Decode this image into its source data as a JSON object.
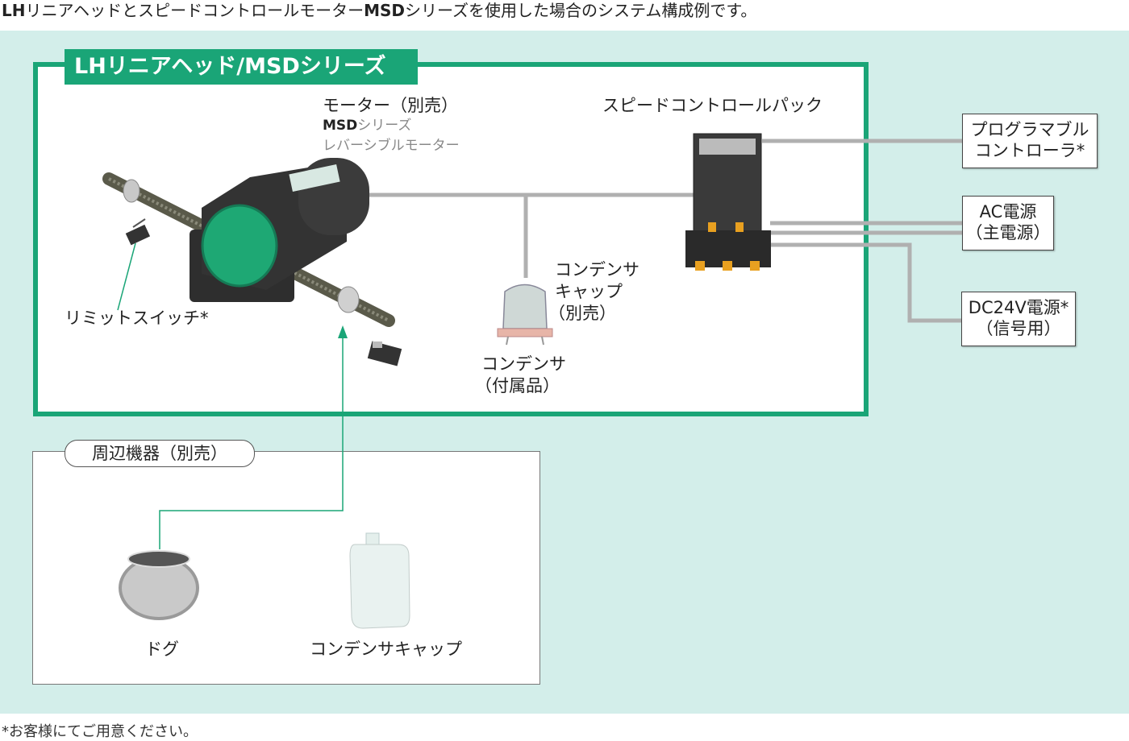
{
  "caption": {
    "lead": "LH",
    "part1": "リニアヘッドとスピードコントロールモーター",
    "bold2": "MSD",
    "part2": "シリーズを使用した場合のシステム構成例です。"
  },
  "main_title": "LHリニアヘッド/MSDシリーズ",
  "motor": {
    "label": "モーター（別売）",
    "series_bold": "MSD",
    "series_rest": "シリーズ",
    "subtitle": "レバーシブルモーター"
  },
  "speed_control_pack": "スピードコントロールパック",
  "limit_switch": "リミットスイッチ*",
  "capacitor_cap": {
    "line1": "コンデンサ",
    "line2": "キャップ",
    "line3": "（別売）"
  },
  "capacitor": {
    "line1": "コンデンサ",
    "line2": "（付属品）"
  },
  "programmable_controller": {
    "line1": "プログラマブル",
    "line2": "コントローラ*"
  },
  "ac_power": {
    "line1": "AC電源",
    "line2": "（主電源）"
  },
  "dc_power": {
    "line1": "DC24V電源*",
    "line2": "（信号用）"
  },
  "peripherals": {
    "title": "周辺機器（別売）",
    "dog": "ドグ",
    "capacitor_cap": "コンデンサキャップ"
  },
  "footnote": "*お客様にてご用意ください。",
  "colors": {
    "accent_green": "#1aa577",
    "background_teal": "#d3eeea",
    "wire_grey": "#b0b0b0"
  }
}
